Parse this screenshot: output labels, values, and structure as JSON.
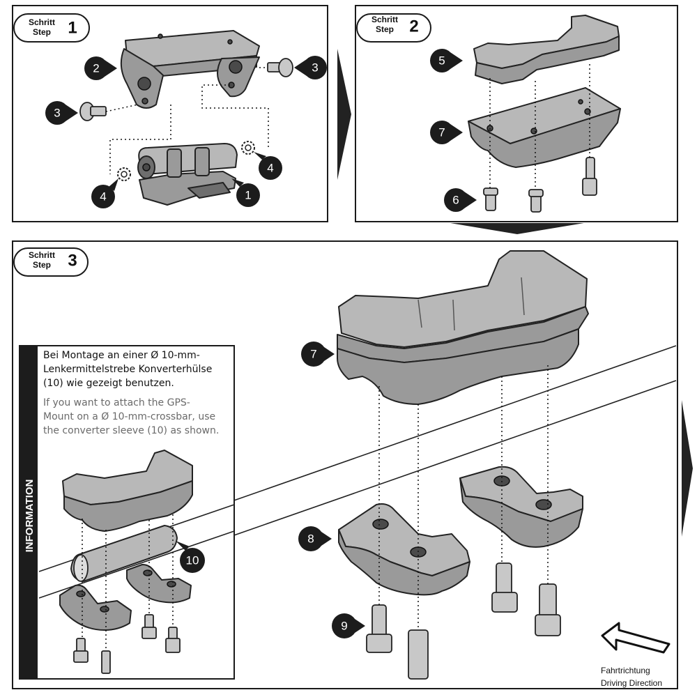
{
  "steps": [
    {
      "small_de": "Schritt",
      "small_en": "Step",
      "number": "1"
    },
    {
      "small_de": "Schritt",
      "small_en": "Step",
      "number": "2"
    },
    {
      "small_de": "Schritt",
      "small_en": "Step",
      "number": "3"
    }
  ],
  "callouts": {
    "c1": "1",
    "c2": "2",
    "c3": "3",
    "c4": "4",
    "c5": "5",
    "c6": "6",
    "c7": "7",
    "c8": "8",
    "c9": "9",
    "c10": "10"
  },
  "info": {
    "side_label": "INFORMATION",
    "de_lines": [
      "Bei Montage an einer Ø 10-mm-",
      "Lenkermittelstrebe Konverterhülse",
      "(10) wie gezeigt benutzen."
    ],
    "en_lines": [
      "If you want to attach the GPS-",
      "Mount on a Ø 10-mm-crossbar, use",
      "the converter sleeve (10) as shown."
    ]
  },
  "direction": {
    "de": "Fahrtrichtung",
    "en": "Driving Direction"
  }
}
